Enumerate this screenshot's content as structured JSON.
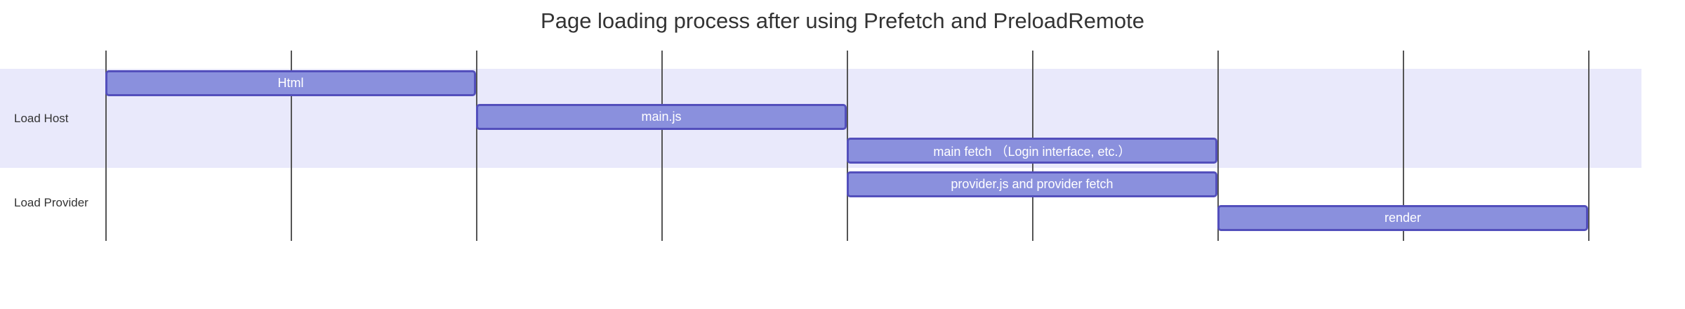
{
  "chart_data": {
    "type": "gantt",
    "title": "Page loading process after using Prefetch and PreloadRemote",
    "x_axis": {
      "units_total": 8,
      "tick_labels_visible": false,
      "grid": true
    },
    "sections": [
      {
        "name": "Load Host",
        "rows": [
          0,
          2
        ],
        "band_color": "#e9e9fb"
      },
      {
        "name": "Load Provider",
        "rows": [
          3,
          4
        ],
        "band_color": "#ffffff"
      }
    ],
    "tasks": [
      {
        "label": "Html",
        "section": "Load Host",
        "row": 0,
        "start": 0,
        "end": 2
      },
      {
        "label": "main.js",
        "section": "Load Host",
        "row": 1,
        "start": 2,
        "end": 4
      },
      {
        "label": "main fetch （Login interface, etc.）",
        "section": "Load Host",
        "row": 2,
        "start": 4,
        "end": 6
      },
      {
        "label": "provider.js and provider fetch",
        "section": "Load Provider",
        "row": 3,
        "start": 4,
        "end": 6
      },
      {
        "label": "render",
        "section": "Load Provider",
        "row": 4,
        "start": 6,
        "end": 8
      }
    ],
    "colors": {
      "bar_fill": "#8a90dd",
      "bar_stroke": "#534fbc",
      "bar_text": "#ffffff",
      "grid_line": "#555555",
      "section_text": "#333333",
      "title_text": "#333333"
    }
  }
}
